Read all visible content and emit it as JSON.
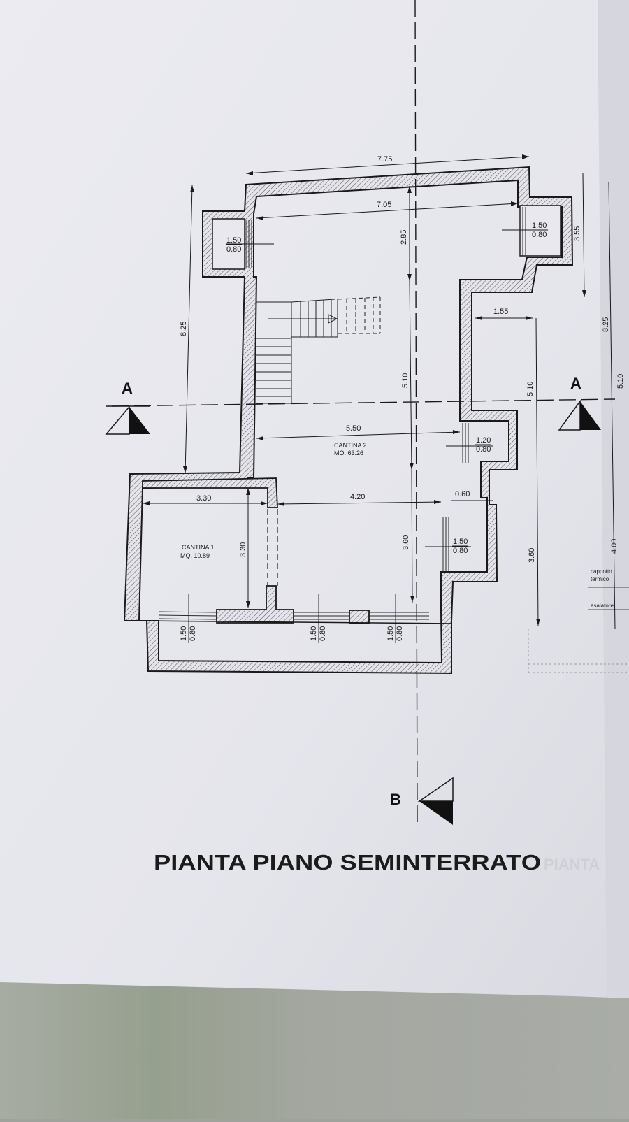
{
  "drawing": {
    "title": "PIANTA PIANO SEMINTERRATO",
    "title_ghost": "PIANTA",
    "sections": {
      "a_left": "A",
      "a_right": "A",
      "b": "B"
    },
    "rooms": {
      "cantina1": {
        "name": "CANTINA 1",
        "area": "MQ. 10.89"
      },
      "cantina2": {
        "name": "CANTINA 2",
        "area": "MQ. 63.26"
      }
    },
    "dimensions": {
      "overall_width": "7.75",
      "inner_width": "7.05",
      "top_height": "2.85",
      "mid_height": "5.10",
      "bottom_height": "3.60",
      "left_height": "8.25",
      "right_depth": "1.55",
      "right_height": "5.10",
      "right_bottom_height": "3.60",
      "right_top_height": "3.55",
      "stair_width": "5.50",
      "cantina2_width": "4.20",
      "niche_depth": "0.60",
      "cantina1_width": "3.30",
      "cantina1_height": "3.30",
      "far_right_a": "8.25",
      "far_right_b": "5.10",
      "far_right_c": "4.00"
    },
    "windows": {
      "w_top_left": {
        "top": "1.50",
        "bottom": "0.80"
      },
      "w_top_right": {
        "top": "1.50",
        "bottom": "0.80"
      },
      "w_right_mid": {
        "top": "1.20",
        "bottom": "0.80"
      },
      "w_right_low": {
        "top": "1.50",
        "bottom": "0.80"
      },
      "w_bottom_1": {
        "top": "1.50",
        "bottom": "0.80"
      },
      "w_bottom_2": {
        "top": "1.50",
        "bottom": "0.80"
      },
      "w_bottom_3": {
        "top": "1.50",
        "bottom": "0.80"
      }
    },
    "notes": {
      "cappotto_1": "cappotto",
      "cappotto_2": "termico",
      "esalatore": "esalatore"
    }
  }
}
